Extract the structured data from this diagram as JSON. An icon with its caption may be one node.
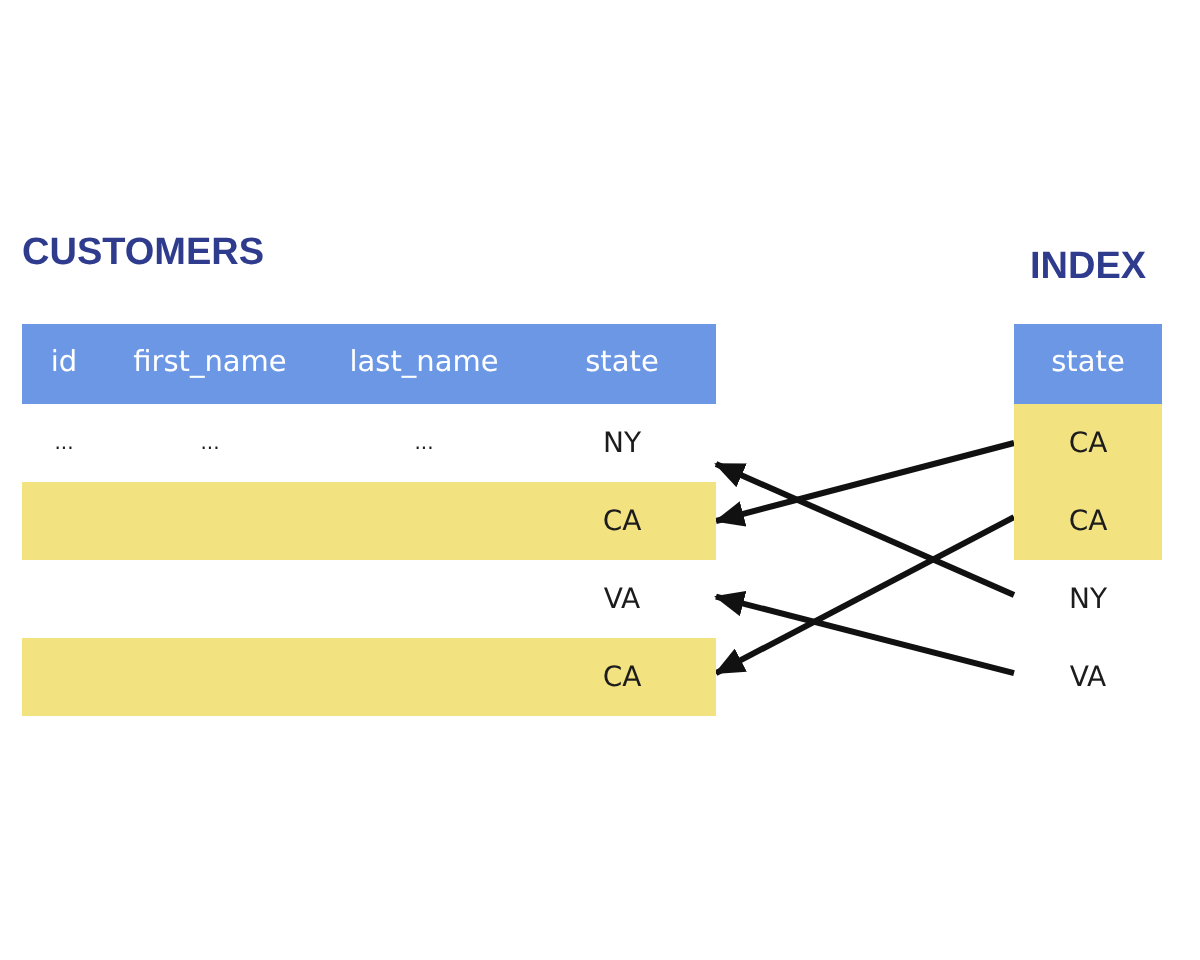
{
  "diagram": {
    "nodes": [
      {
        "text": [
          "id",
          "first_name",
          "last_name",
          "state"
        ]
      },
      {
        "text": [
          "...",
          "...",
          "...",
          "NY"
        ]
      },
      {
        "text": [
          "CA"
        ]
      },
      {
        "text": [
          "VA"
        ]
      },
      {
        "text": [
          "CA"
        ]
      },
      {
        "text": [
          "state"
        ]
      },
      {
        "text": [
          "CA"
        ]
      },
      {
        "text": [
          "CA"
        ]
      },
      {
        "text": [
          "NY"
        ]
      },
      {
        "text": [
          "VA"
        ]
      }
    ],
    "edges": [
      {
        "from": 6,
        "to": 2,
        "arrow": "to"
      },
      {
        "from": 7,
        "to": 4,
        "arrow": "to"
      },
      {
        "from": 8,
        "to": 1,
        "arrow": "to"
      },
      {
        "from": 9,
        "to": 3,
        "arrow": "to"
      }
    ],
    "labels": [
      "CUSTOMERS",
      "INDEX"
    ]
  }
}
